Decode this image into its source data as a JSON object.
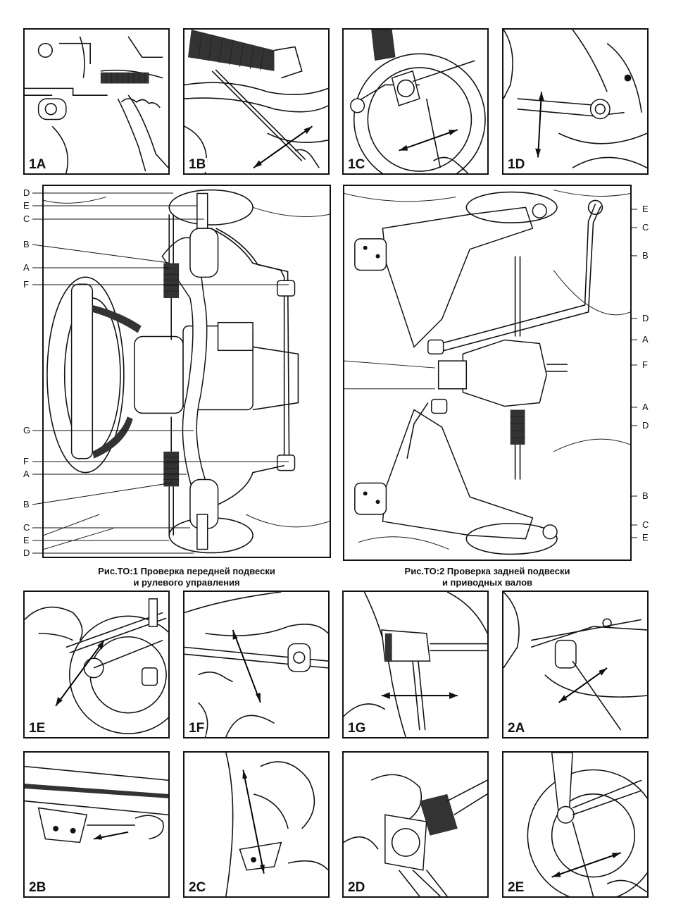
{
  "panels_top": [
    {
      "id": "1A"
    },
    {
      "id": "1B"
    },
    {
      "id": "1C"
    },
    {
      "id": "1D"
    }
  ],
  "panels_bottom_row1": [
    {
      "id": "1E"
    },
    {
      "id": "1F"
    },
    {
      "id": "1G"
    },
    {
      "id": "2A"
    }
  ],
  "panels_bottom_row2": [
    {
      "id": "2B"
    },
    {
      "id": "2C"
    },
    {
      "id": "2D"
    },
    {
      "id": "2E"
    }
  ],
  "fig1": {
    "labels": [
      "D",
      "E",
      "C",
      "B",
      "A",
      "F",
      "G",
      "F",
      "A",
      "B",
      "C",
      "E",
      "D"
    ],
    "caption_line1": "Рис.ТО:1 Проверка передней подвески",
    "caption_line2": "и рулевого управления"
  },
  "fig2": {
    "labels": [
      "E",
      "C",
      "B",
      "D",
      "A",
      "F",
      "A",
      "D",
      "B",
      "C",
      "E"
    ],
    "caption_line1": "Рис.ТО:2 Проверка задней подвески",
    "caption_line2": "и приводных валов"
  }
}
